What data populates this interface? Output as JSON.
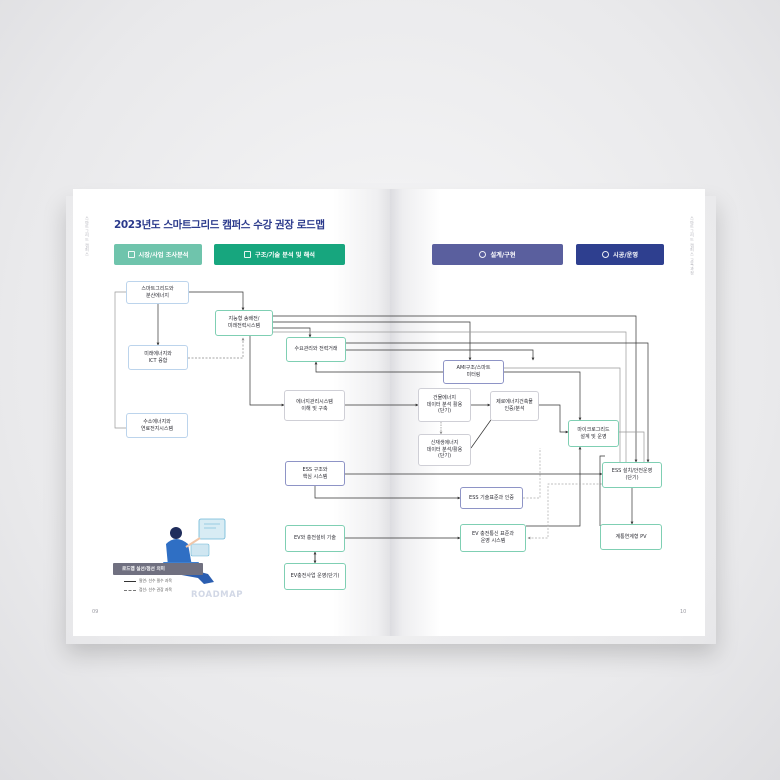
{
  "title": "2023년도 스마트그리드 캠퍼스 수강 권장 로드맵",
  "side_text_left": "스마트그리드 캠퍼스",
  "side_text_right": "스마트그리드 캠퍼스 교육과정",
  "page_numbers": {
    "left": "09",
    "right": "10"
  },
  "phases": {
    "market": {
      "label": "시장/사업 조사분석",
      "color": "#6fc4ac"
    },
    "structure": {
      "label": "구조/기술 분석 및 해석",
      "color": "#17a67e"
    },
    "design": {
      "label": "설계/구현",
      "color": "#5a5f9e"
    },
    "operation": {
      "label": "시공/운영",
      "color": "#2e3f8f"
    }
  },
  "nodes": {
    "sg_distributed": "스마트그리드와\n분산에너지",
    "future_ict": "미래에너지와\nICT 융합",
    "hydrogen_fuelcell": "수소에너지와\n연료전지시스템",
    "intelligent_grid": "지능형 송배전/\n미래전력시스템",
    "demand_market": "수요관리와 전력거래",
    "ems": "에너지관리시스템\n이해 및 구축",
    "ess_structure": "ESS 구조와\n핵심 시스템",
    "ev_charger": "EV와 충전설비 기술",
    "ev_charging_business": "EV충전사업 운영(단기)",
    "ami_meter": "AMI구조/스마트\n미터링",
    "building_data": "건물에너지\n데이터 분석 활용\n(단기)",
    "renewable_data": "신재생에너지\n데이터 분석/활용\n(단기)",
    "zero_energy": "제로에너지건축물\n인증/분석",
    "microgrid": "마이크로그리드\n설계 및 운영",
    "ess_standard": "ESS 기술표준과 인증",
    "ev_comm": "EV 충전통신 표준과\n운영 시스템",
    "ess_safety": "ESS 설치/안전운영\n(단기)",
    "grid_pv": "계통연계형 PV"
  },
  "legend": {
    "title": "로드맵 실선/점선 의미",
    "solid": "필연: 선수 필수 과목",
    "dashed": "점선: 선수 권장 과목"
  },
  "roadmap_word": "ROADMAP"
}
